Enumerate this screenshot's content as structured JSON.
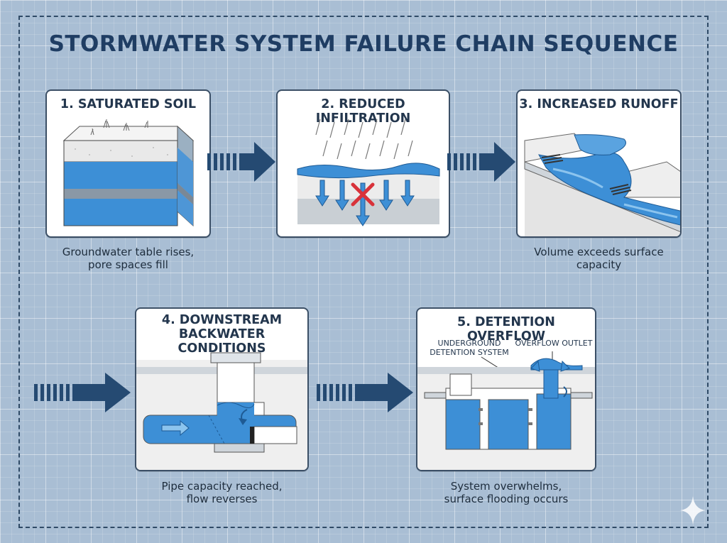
{
  "title": "STORMWATER SYSTEM FAILURE CHAIN SEQUENCE",
  "steps": [
    {
      "title": "1. SATURATED SOIL",
      "caption_line1": "Groundwater table rises,",
      "caption_line2": "pore spaces fill"
    },
    {
      "title": "2. REDUCED INFILTRATION",
      "caption_line1": "",
      "caption_line2": ""
    },
    {
      "title": "3. INCREASED RUNOFF",
      "caption_line1": "Volume exceeds surface",
      "caption_line2": "capacity"
    },
    {
      "title_line1": "4. DOWNSTREAM",
      "title_line2": "BACKWATER CONDITIONS",
      "caption_line1": "Pipe capacity reached,",
      "caption_line2": "flow reverses"
    },
    {
      "title": "5. DETENTION OVERFLOW",
      "label_left_line1": "UNDERGROUND",
      "label_left_line2": "DETENTION SYSTEM",
      "label_right": "OVERFLOW OUTLET",
      "caption_line1": "System overwhelms,",
      "caption_line2": "surface flooding occurs"
    }
  ],
  "colors": {
    "water": "#3d8fd6",
    "water_light": "#8cc4ee",
    "arrow": "#254a72",
    "panel_border": "#3b4f66",
    "x_mark": "#d8323a"
  }
}
